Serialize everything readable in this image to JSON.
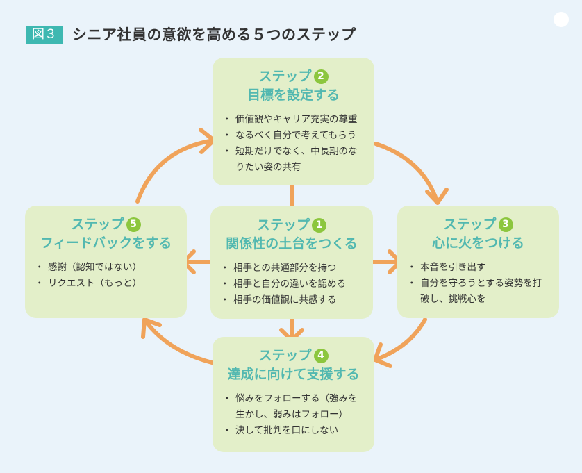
{
  "figure": {
    "label": "図３",
    "title": "シニア社員の意欲を高める５つのステップ"
  },
  "steps": {
    "s1": {
      "step": "ステップ",
      "number": "1",
      "title": "関係性の土台をつくる",
      "bullets": [
        "相手との共通部分を持つ",
        "相手と自分の違いを認める",
        "相手の価値観に共感する"
      ]
    },
    "s2": {
      "step": "ステップ",
      "number": "2",
      "title": "目標を設定する",
      "bullets": [
        "価値観やキャリア充実の尊重",
        "なるべく自分で考えてもらう",
        "短期だけでなく、中長期のなりたい姿の共有"
      ]
    },
    "s3": {
      "step": "ステップ",
      "number": "3",
      "title": "心に火をつける",
      "bullets": [
        "本音を引き出す",
        "自分を守ろうとする姿勢を打破し、挑戦心を"
      ]
    },
    "s4": {
      "step": "ステップ",
      "number": "4",
      "title": "達成に向けて支援する",
      "bullets": [
        "悩みをフォローする（強みを生かし、弱みはフォロー）",
        "決して批判を口にしない"
      ]
    },
    "s5": {
      "step": "ステップ",
      "number": "5",
      "title": "フィードバックをする",
      "bullets": [
        "感謝（認知ではない）",
        "リクエスト（もっと）"
      ]
    }
  },
  "colors": {
    "background": "#eaf3fa",
    "box": "#e3efc9",
    "heading": "#52b8b0",
    "number_badge": "#8cc63e",
    "arrow": "#f0a35a",
    "label_bg": "#3eb8b1"
  }
}
